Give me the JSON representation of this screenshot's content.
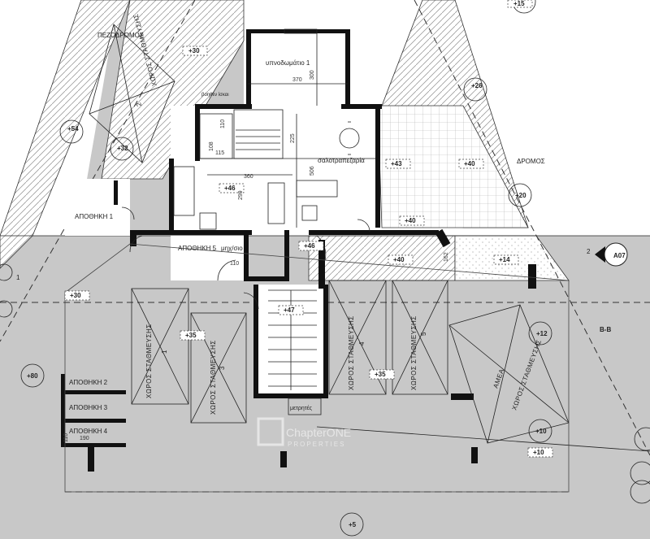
{
  "rooms": {
    "bedroom": "υπνοδωμάτιο 1",
    "living": "σαλοτραπεζαρία",
    "store1": "ΑΠΟΘΗΚΗ 1",
    "store5": "ΑΠΟΘΗΚΗ 5",
    "store2": "ΑΠΟΘΗΚΗ 2",
    "store3": "ΑΠΟΘΗΚΗ 3",
    "store4": "ΑΠΟΘΗΚΗ 4",
    "mech": "μηχ/σιο",
    "meter": "μετρητές",
    "helper": "βοηθεν ίσκαι"
  },
  "streets": {
    "sidewalk": "ΠΕΖΟΔΡΟΜΟΣ",
    "road": "ΔΡΟΜΟΣ"
  },
  "parking": {
    "bay1": "ΧΩΡΟΣ ΣΤΑΘΜΕΥΣΗΣ",
    "bay1_num": "1",
    "bay2": "ΧΩΡΟΣ ΣΤΑΘΜΕΥΣΗΣ",
    "bay2_num": "2",
    "bay3": "ΧΩΡΟΣ ΣΤΑΘΜΕΥΣΗΣ",
    "bay3_num": "3",
    "bay4": "ΧΩΡΟΣ ΣΤΑΘΜΕΥΣΗΣ",
    "bay4_num": "4",
    "bay5": "ΧΩΡΟΣ ΣΤΑΘΜΕΥΣΗΣ",
    "bay5_num": "5",
    "disabled": "ΧΩΡΟΣ ΣΤΑΘΜΕΥΣΗΣ",
    "disabled_sub": "ΑΜΕΑ"
  },
  "levels": {
    "l15": "+15",
    "l30a": "+30",
    "l26": "+26",
    "l54": "+54",
    "l32": "+32",
    "l43": "+43",
    "l40a": "+40",
    "l46a": "+46",
    "l20": "+20",
    "l40b": "+40",
    "l46b": "+46",
    "l40c": "+40",
    "l14": "+14",
    "l30b": "+30",
    "l47": "+47",
    "l35a": "+35",
    "l12": "+12",
    "l80": "+80",
    "l35b": "+35",
    "l10a": "+10",
    "l10b": "+10",
    "l5": "+5"
  },
  "dims": {
    "d370": "370",
    "d300": "300",
    "d110a": "110",
    "d225": "225",
    "d108": "108",
    "d115": "115",
    "d360": "360",
    "d506": "506",
    "d299": "299",
    "d110b": "110",
    "d162": "162",
    "d190": "190",
    "d110c": "110"
  },
  "section": {
    "marker": "A07",
    "num": "2",
    "label": "B-B",
    "left_num": "1"
  },
  "watermark": {
    "brand": "ChapterONE",
    "sub": "PROPERTIES"
  },
  "colors": {
    "paving": "#c8c8c8",
    "pattern": "#9a9a9a",
    "walls": "#111111"
  }
}
